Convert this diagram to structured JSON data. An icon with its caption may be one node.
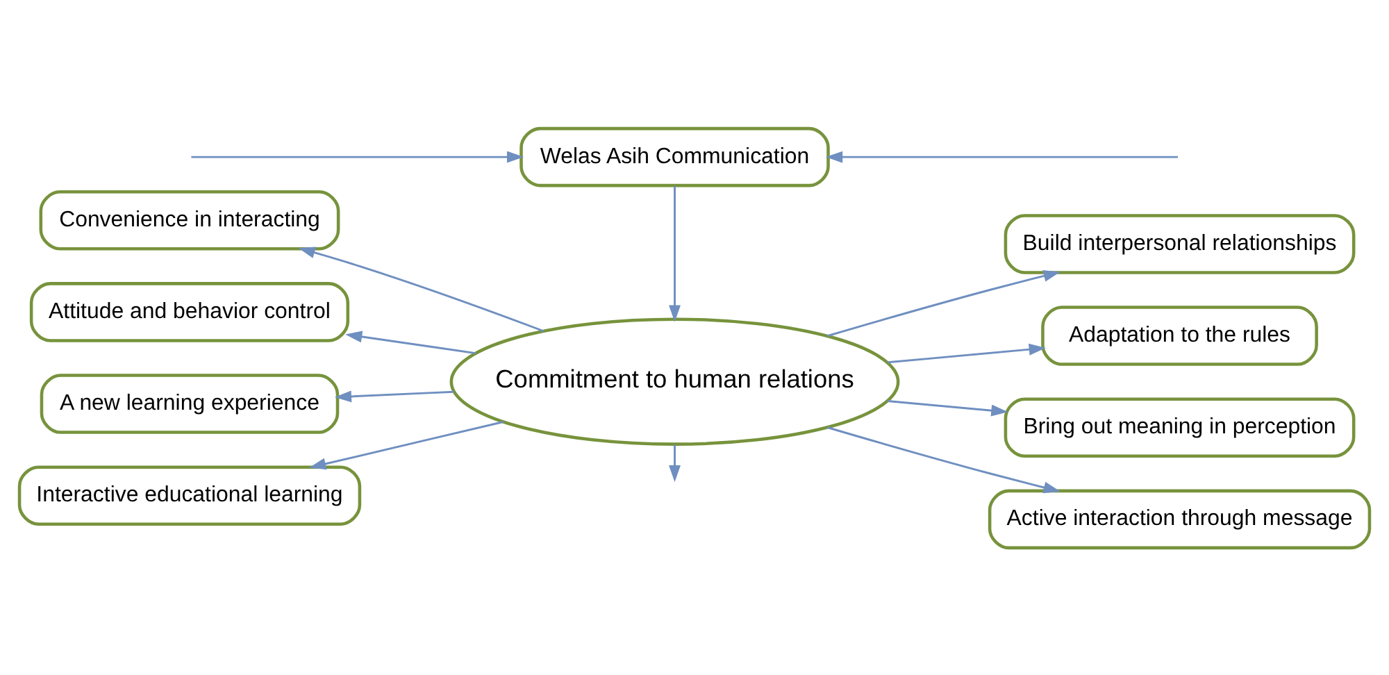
{
  "diagram": {
    "nodes": [
      {
        "text": [
          "Welas Asih Communication"
        ]
      },
      {
        "text": [
          "Commitment to human relations"
        ]
      },
      {
        "text": [
          "Convenience in interacting"
        ]
      },
      {
        "text": [
          "Attitude and behavior control"
        ]
      },
      {
        "text": [
          "A new learning experience"
        ]
      },
      {
        "text": [
          "Interactive educational learning"
        ]
      },
      {
        "text": [
          "Build interpersonal relationships"
        ]
      },
      {
        "text": [
          "Adaptation to the rules"
        ]
      },
      {
        "text": [
          "Bring out meaning in perception"
        ]
      },
      {
        "text": [
          "Active interaction through message"
        ]
      }
    ],
    "edges": [
      {
        "from": null,
        "to": 0,
        "arrow": "to"
      },
      {
        "from": null,
        "to": 0,
        "arrow": "to"
      },
      {
        "from": 0,
        "to": 1,
        "arrow": "to"
      },
      {
        "from": 1,
        "to": 2,
        "arrow": "to"
      },
      {
        "from": 1,
        "to": 3,
        "arrow": "to"
      },
      {
        "from": 1,
        "to": 4,
        "arrow": "to"
      },
      {
        "from": 1,
        "to": 5,
        "arrow": "to"
      },
      {
        "from": 1,
        "to": 6,
        "arrow": "to"
      },
      {
        "from": 1,
        "to": 7,
        "arrow": "to"
      },
      {
        "from": 1,
        "to": 8,
        "arrow": "to"
      },
      {
        "from": 1,
        "to": 9,
        "arrow": "to"
      },
      {
        "from": 1,
        "to": null,
        "arrow": "to"
      }
    ]
  }
}
